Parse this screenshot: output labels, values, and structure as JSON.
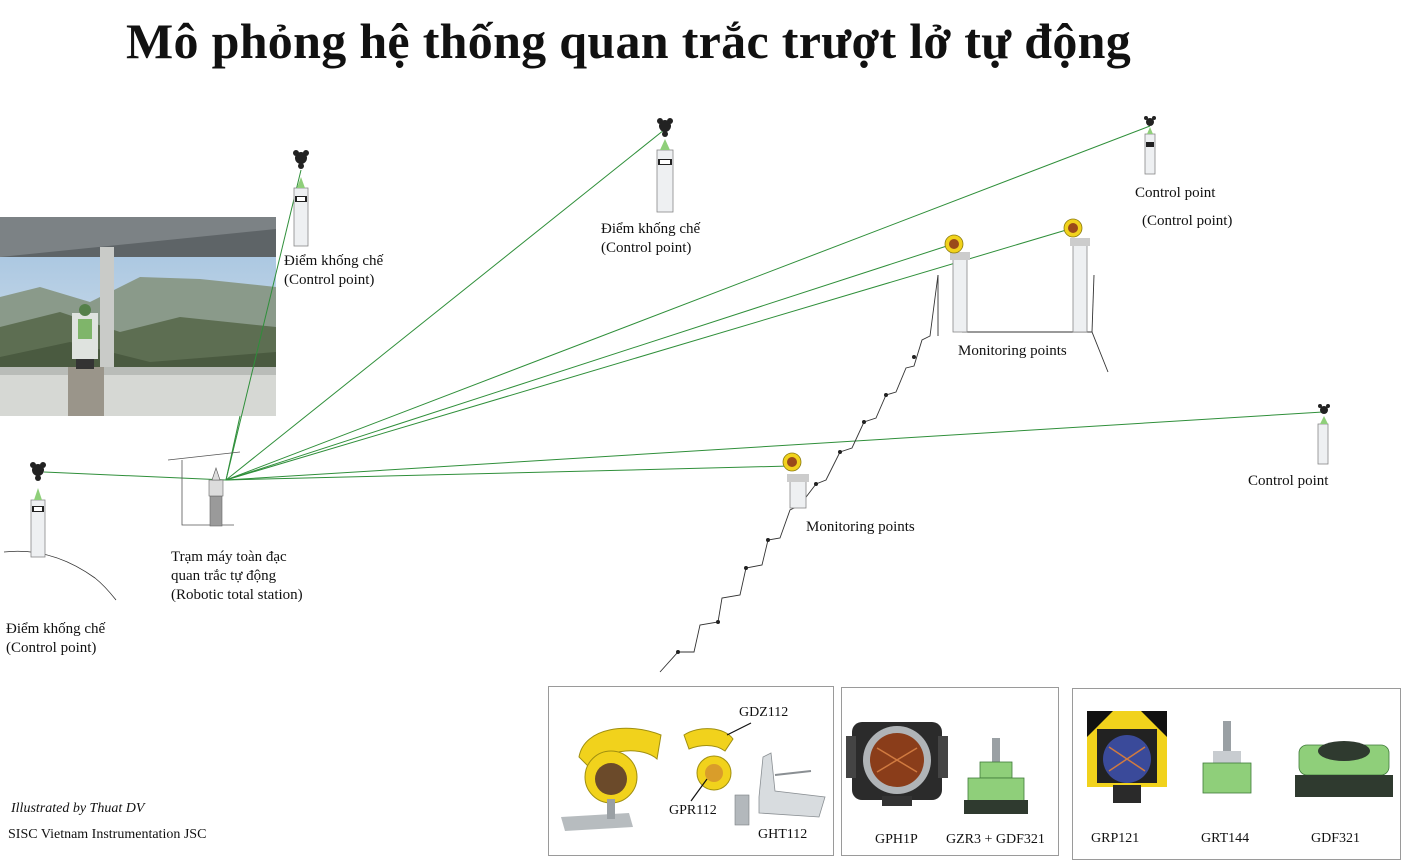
{
  "title": "Mô phỏng hệ thống quan trắc trượt lở tự động",
  "labels": {
    "cp_left_1": "Điểm khống chế",
    "cp_left_2": "(Control point)",
    "cp_upper_1": "Điểm khống chế",
    "cp_upper_2": "(Control point)",
    "cp_top_1": "Điểm khống chế",
    "cp_top_2": "(Control point)",
    "cp_right_1": "Control point",
    "cp_right_2": "(Control point)",
    "cp_far_right": "Control point",
    "station_1": "Trạm máy toàn đạc",
    "station_2": "quan trắc tự động",
    "station_3": "(Robotic total station)",
    "monitoring_upper": "Monitoring points",
    "monitoring_lower": "Monitoring points"
  },
  "products": {
    "gdz112": "GDZ112",
    "gpr112": "GPR112",
    "ght112": "GHT112",
    "gph1p": "GPH1P",
    "gzr3": "GZR3 + GDF321",
    "grp121": "GRP121",
    "grt144": "GRT144",
    "gdf321": "GDF321"
  },
  "credits": {
    "author": "Illustrated by Thuat DV",
    "company": "SISC Vietnam Instrumentation JSC"
  },
  "colors": {
    "sight_line": "#2f8f3a",
    "pillar": "#e9ecef",
    "prism_yellow": "#f1d21c",
    "leica_green": "#8fcf7a"
  }
}
